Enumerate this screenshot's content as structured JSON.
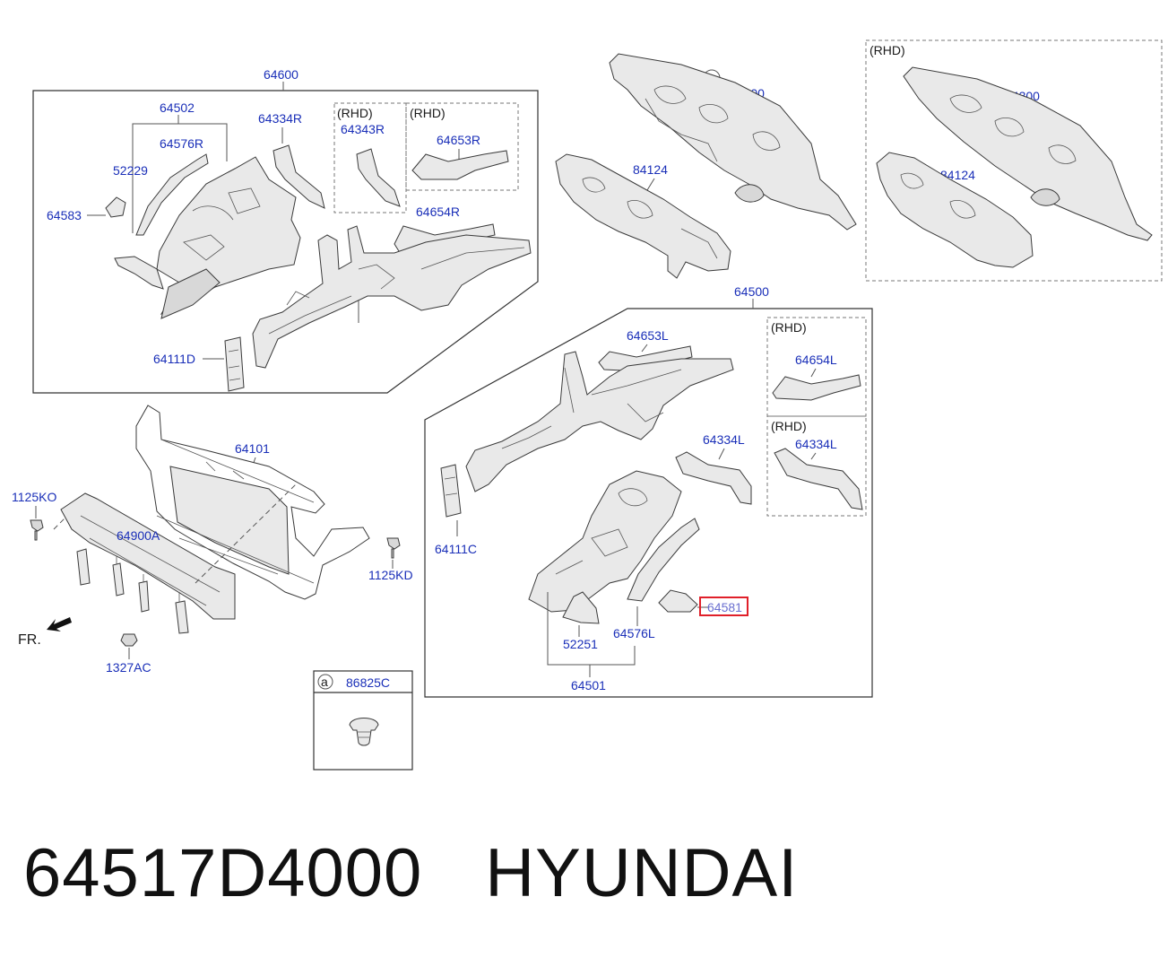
{
  "diagram": {
    "labels": {
      "l64600": "64600",
      "l64502": "64502",
      "l64576R": "64576R",
      "l52229": "52229",
      "l64583": "64583",
      "l64334R": "64334R",
      "rhd1": "(RHD)",
      "l64343R": "64343R",
      "rhd2": "(RHD)",
      "l64653R": "64653R",
      "l64654R": "64654R",
      "l64111D": "64111D",
      "la": "a",
      "l64300a": "64300",
      "l84124a": "84124",
      "rhd3": "(RHD)",
      "l64300b": "64300",
      "l84124b": "84124",
      "l64500": "64500",
      "l64653L": "64653L",
      "rhd4": "(RHD)",
      "l64654L": "64654L",
      "rhd5": "(RHD)",
      "l64334L_a": "64334L",
      "l64334L_b": "64334L",
      "l64111C": "64111C",
      "l52251": "52251",
      "l64576L": "64576L",
      "l64581": "64581",
      "l64501": "64501",
      "l64101": "64101",
      "l1125KO": "1125KO",
      "l64900A": "64900A",
      "l1125KD": "1125KD",
      "lFR": "FR.",
      "l1327AC": "1327AC",
      "inset_a": "a",
      "inset_part": "86825C"
    },
    "highlight_color": "#e0202a",
    "label_color": "#1a2fb8"
  },
  "footer": {
    "part_number": "64517D4000",
    "brand": "HYUNDAI"
  }
}
